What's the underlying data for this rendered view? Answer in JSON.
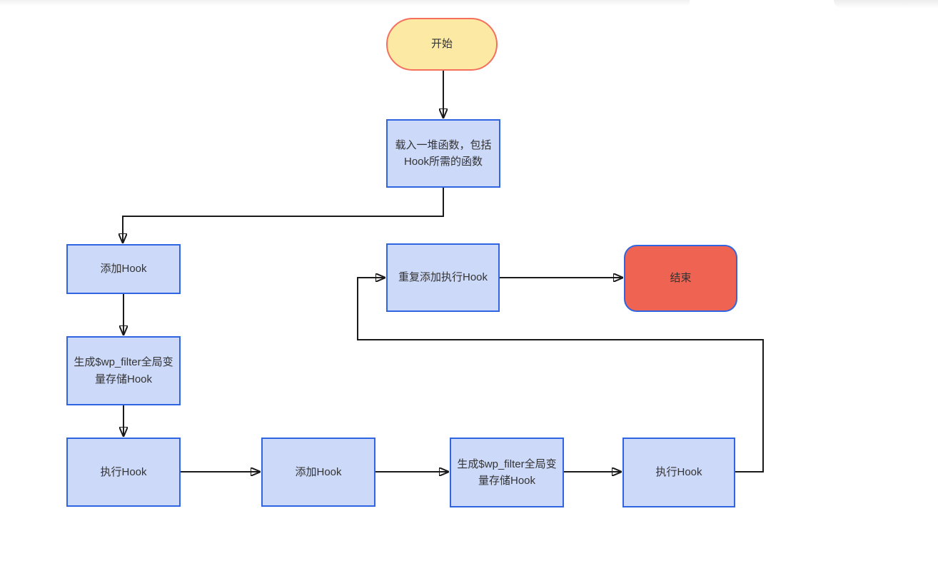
{
  "diagram": {
    "type": "flowchart",
    "background": "#ffffff",
    "colors": {
      "bg": "#ffffff",
      "process_fill": "#ccd9f8",
      "process_border": "#2f65e3",
      "start_fill": "#fbe9a4",
      "start_border": "#f4705c",
      "end_fill": "#ee6352",
      "end_border": "#2f65e3",
      "connector": "#1a1a1a",
      "text": "#333333"
    },
    "nodes": [
      {
        "id": "start",
        "shape": "terminator",
        "label": "开始"
      },
      {
        "id": "load-functions",
        "shape": "process",
        "label": "载入一堆函数，包括Hook所需的函数"
      },
      {
        "id": "add-hook-1",
        "shape": "process",
        "label": "添加Hook"
      },
      {
        "id": "generate-wp-filter-1",
        "shape": "process",
        "label": "生成$wp_filter全局变量存储Hook"
      },
      {
        "id": "run-hook-1",
        "shape": "process",
        "label": "执行Hook"
      },
      {
        "id": "add-hook-2",
        "shape": "process",
        "label": "添加Hook"
      },
      {
        "id": "generate-wp-filter-2",
        "shape": "process",
        "label": "生成$wp_filter全局变量存储Hook"
      },
      {
        "id": "run-hook-2",
        "shape": "process",
        "label": "执行Hook"
      },
      {
        "id": "repeat-add-run-hook",
        "shape": "process",
        "label": "重复添加执行Hook"
      },
      {
        "id": "end",
        "shape": "terminator",
        "label": "结束"
      }
    ],
    "edges": [
      {
        "from": "start",
        "to": "load-functions"
      },
      {
        "from": "load-functions",
        "to": "add-hook-1"
      },
      {
        "from": "add-hook-1",
        "to": "generate-wp-filter-1"
      },
      {
        "from": "generate-wp-filter-1",
        "to": "run-hook-1"
      },
      {
        "from": "run-hook-1",
        "to": "add-hook-2"
      },
      {
        "from": "add-hook-2",
        "to": "generate-wp-filter-2"
      },
      {
        "from": "generate-wp-filter-2",
        "to": "run-hook-2"
      },
      {
        "from": "run-hook-2",
        "to": "repeat-add-run-hook"
      },
      {
        "from": "repeat-add-run-hook",
        "to": "end"
      }
    ]
  }
}
